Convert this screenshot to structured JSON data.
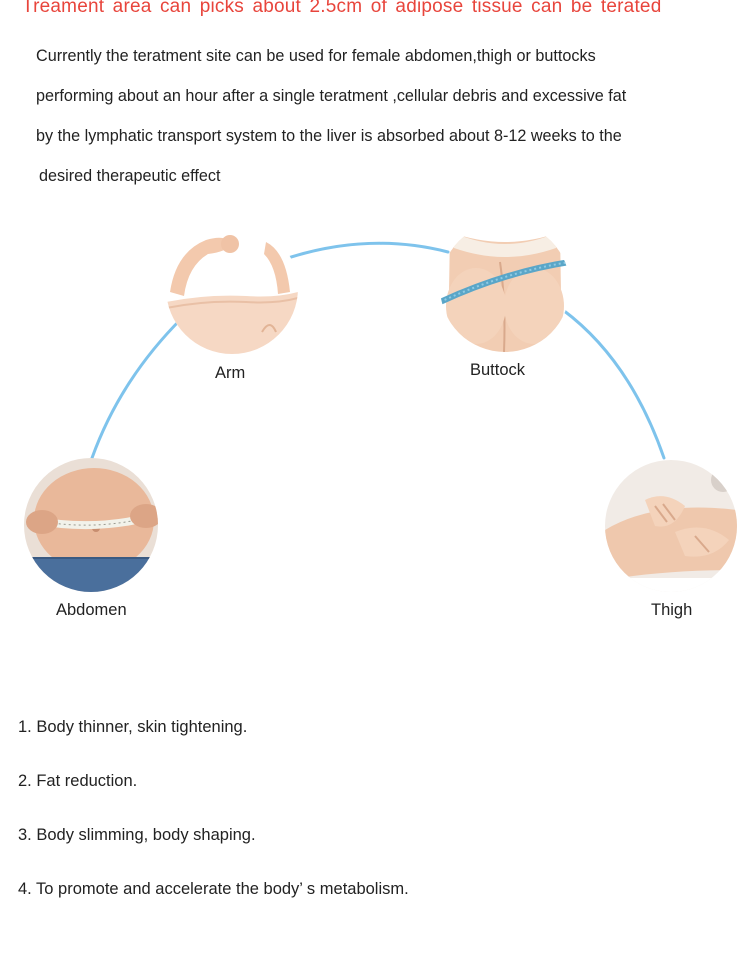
{
  "headline": "Treament  area can picks about 2.5cm  of  adipose  tissue  can  be  terated",
  "intro_lines": [
    "Currently the teratment site  can  be  used for  female abdomen,thigh  or buttocks",
    "performing about an hour after a single teratment ,cellular debris and  excessive  fat",
    "by the lymphatic transport system to the liver is absorbed about 8-12 weeks to the",
    "desired therapeutic  effect"
  ],
  "treatment_sites": {
    "arm": "Arm",
    "buttock": "Buttock",
    "abdomen": "Abdomen",
    "thigh": "Thigh"
  },
  "connector_color": "#7ec3ec",
  "headline_color": "#e8453c",
  "benefits": [
    "1. Body thinner, skin tightening.",
    "2. Fat reduction.",
    "3. Body slimming, body shaping.",
    "4. To promote and accelerate the body’ s metabolism."
  ]
}
